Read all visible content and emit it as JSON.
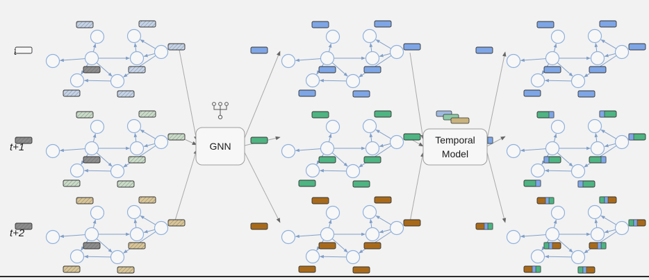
{
  "time_labels": [
    "t",
    "t+1",
    "t+2"
  ],
  "models": {
    "gnn_label": "GNN",
    "temporal_label_line1": "Temporal",
    "temporal_label_line2": "Model"
  },
  "colors": {
    "node_stroke": "#8fb0dd",
    "arrow": "#7f9ec9",
    "connector": "#a9a9a9",
    "box_stroke": "#9c9c9c",
    "hatch_t": "#c5d3e8",
    "hatch_t1": "#c9dcc8",
    "hatch_t2": "#d9c596",
    "hatch_gray": "#8c8c8c",
    "embed_blue": "#7ea6e6",
    "embed_green": "#4db482",
    "embed_brown": "#a86a1a"
  },
  "icons": [
    "gnn-tree-icon",
    "stacked-embeddings-icon"
  ],
  "stages": [
    "raw-feature-graphs",
    "node-embedding-graphs",
    "temporal-embedding-graphs"
  ]
}
